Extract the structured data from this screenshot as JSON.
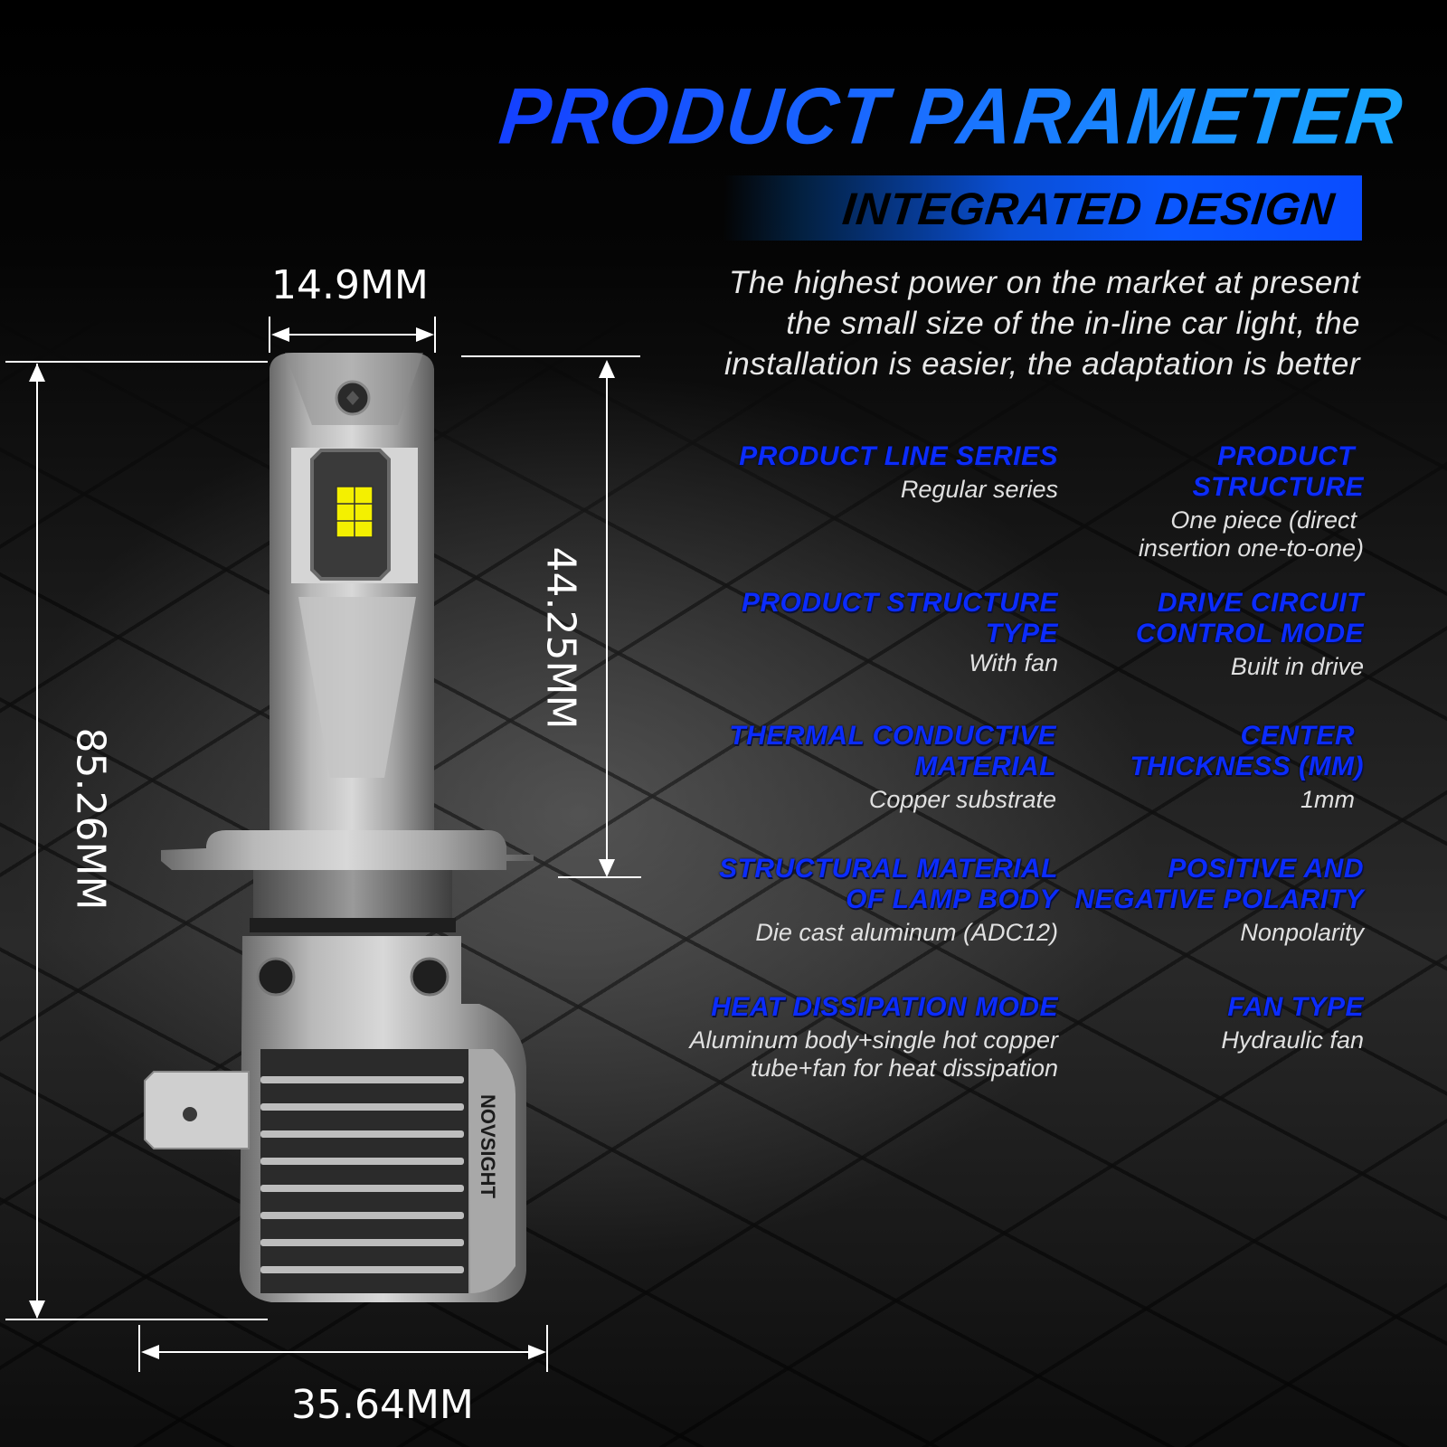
{
  "header": {
    "title": "PRODUCT PARAMETER",
    "subtitle": "INTEGRATED DESIGN"
  },
  "intro": {
    "lines": [
      "The highest power on the market at present",
      "the small size of the in-line car light, the",
      "installation is easier, the adaptation is better"
    ]
  },
  "dimensions": {
    "top_width": "14.9MM",
    "total_height": "85.26MM",
    "upper_height": "44.25MM",
    "base_width": "35.64MM"
  },
  "brand": {
    "logo": "NOVSIGHT"
  },
  "colors": {
    "title_start": "#1440ff",
    "title_end": "#19a8ff",
    "label_blue": "#0b2cff",
    "value_gray": "#e0e0e0",
    "led_yellow": "#f4f000"
  },
  "specs": {
    "left": [
      {
        "label_lines": [
          "PRODUCT LINE SERIES"
        ],
        "value_lines": [
          "Regular series"
        ]
      },
      {
        "label_lines": [
          "PRODUCT STRUCTURE",
          "TYPE"
        ],
        "value_lines": [
          "With fan"
        ]
      },
      {
        "label_lines": [
          "THERMAL CONDUCTIVE",
          "MATERIAL"
        ],
        "value_lines": [
          "Copper substrate"
        ]
      },
      {
        "label_lines": [
          "STRUCTURAL MATERIAL",
          "OF LAMP BODY"
        ],
        "value_lines": [
          "Die cast aluminum (ADC12)"
        ]
      },
      {
        "label_lines": [
          "HEAT DISSIPATION MODE"
        ],
        "value_lines": [
          "Aluminum body+single hot copper",
          "tube+fan for heat dissipation"
        ]
      }
    ],
    "right": [
      {
        "label_lines": [
          "PRODUCT",
          "STRUCTURE"
        ],
        "value_lines": [
          "One piece (direct",
          "insertion one-to-one)"
        ]
      },
      {
        "label_lines": [
          "DRIVE CIRCUIT",
          "CONTROL MODE"
        ],
        "value_lines": [
          "Built in drive"
        ]
      },
      {
        "label_lines": [
          "CENTER",
          "THICKNESS (MM)"
        ],
        "value_lines": [
          "1mm"
        ]
      },
      {
        "label_lines": [
          "POSITIVE AND",
          "NEGATIVE POLARITY"
        ],
        "value_lines": [
          "Nonpolarity"
        ]
      },
      {
        "label_lines": [
          "FAN TYPE"
        ],
        "value_lines": [
          "Hydraulic fan"
        ]
      }
    ]
  }
}
